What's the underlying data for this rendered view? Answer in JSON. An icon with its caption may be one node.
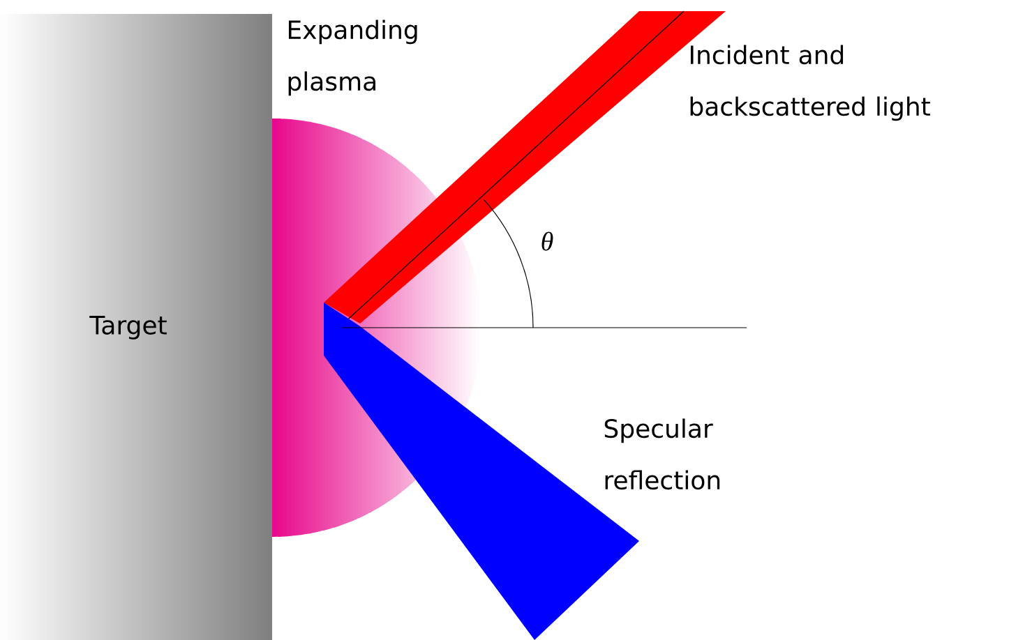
{
  "diagram": {
    "nodes": [
      {
        "text": [
          "Target"
        ]
      }
    ],
    "labels": [
      "Expanding plasma",
      "Incident and backscattered light",
      "θ",
      "Specular reflection"
    ]
  }
}
